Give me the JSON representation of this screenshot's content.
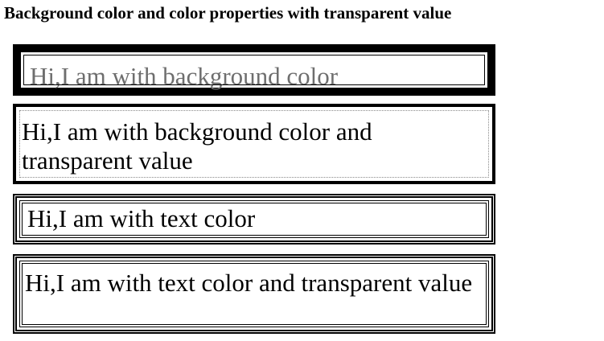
{
  "page": {
    "title": "Background color and color properties with transparent value"
  },
  "boxes": [
    {
      "text": "Hi,I am with background color"
    },
    {
      "text": "Hi,I am with background color and transparent value"
    },
    {
      "text": "Hi,I am with text color"
    },
    {
      "text": "Hi,I am with text color and transparent value"
    }
  ],
  "colors": {
    "border": "#000000",
    "background": "#ffffff",
    "text_box1": "#6e6e6e",
    "text": "#000000"
  }
}
